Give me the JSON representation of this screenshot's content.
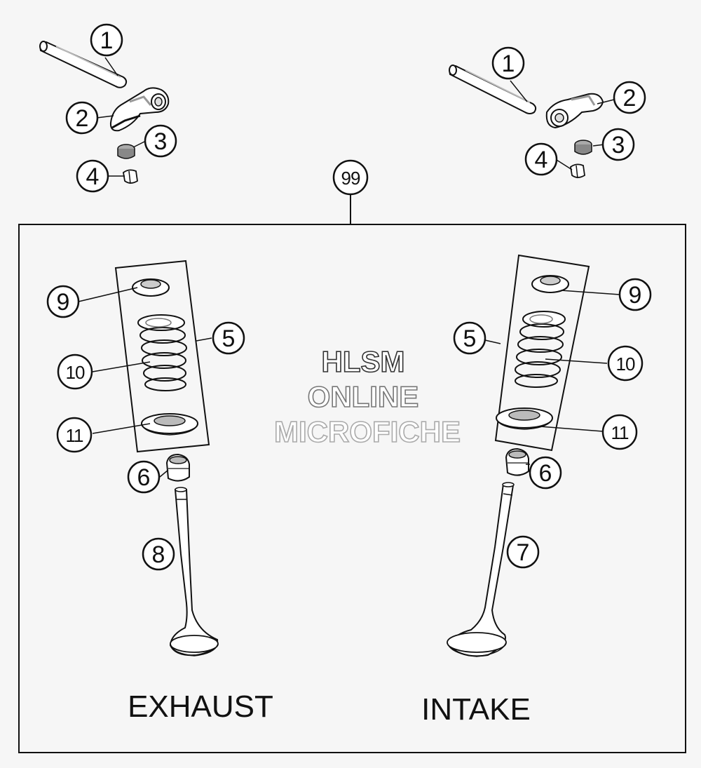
{
  "diagram": {
    "section_labels": {
      "exhaust": "EXHAUST",
      "intake": "INTAKE"
    },
    "callouts": {
      "assembly": "99",
      "exhaust": {
        "shaft": "1",
        "rocker_arm": "2",
        "cap": "3",
        "keeper": "4",
        "spring_kit": "5",
        "stem_seal": "6",
        "valve": "8",
        "spring_retainer": "9",
        "spring": "10",
        "spring_seat": "11"
      },
      "intake": {
        "shaft": "1",
        "rocker_arm": "2",
        "cap": "3",
        "keeper": "4",
        "spring_kit": "5",
        "stem_seal": "6",
        "valve": "7",
        "spring_retainer": "9",
        "spring": "10",
        "spring_seat": "11"
      }
    }
  },
  "watermark": {
    "line1": "HLSM",
    "line2": "ONLINE",
    "line3": "MICROFICHE",
    "colors": [
      "#333333",
      "#777777",
      "#aaaaaa"
    ]
  },
  "colors": {
    "line": "#111111",
    "part_fill": "#ffffff",
    "shade": "#bdbdbd",
    "background": "#f6f6f6"
  }
}
